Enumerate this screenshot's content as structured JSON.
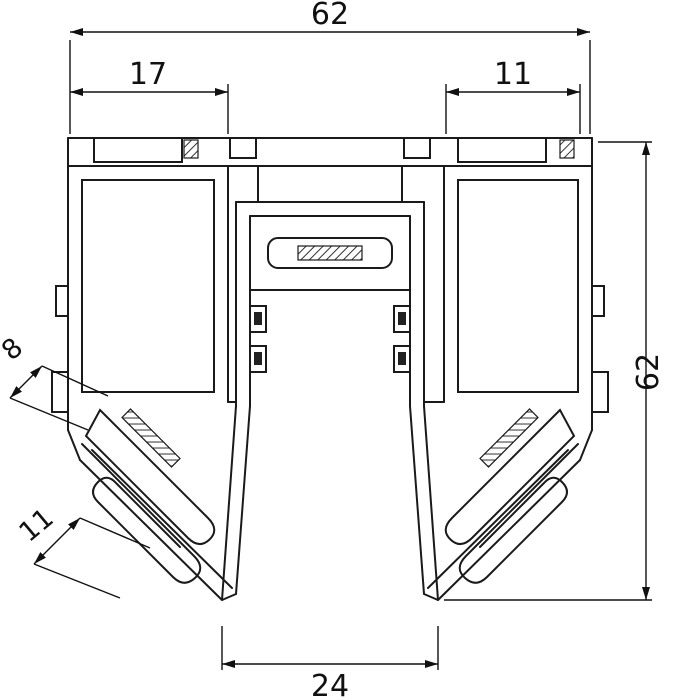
{
  "drawing": {
    "kind": "extrusion-profile-cross-section",
    "dims": {
      "overall_width": "62",
      "left_pocket_width": "17",
      "right_pocket_width": "11",
      "overall_height": "62",
      "spring_arm_thickness": "8",
      "spring_arm_width": "11",
      "bottom_opening_width": "24"
    },
    "colors": {
      "line": "#1a1a1a",
      "dim_line": "#111111",
      "background": "#ffffff"
    }
  }
}
